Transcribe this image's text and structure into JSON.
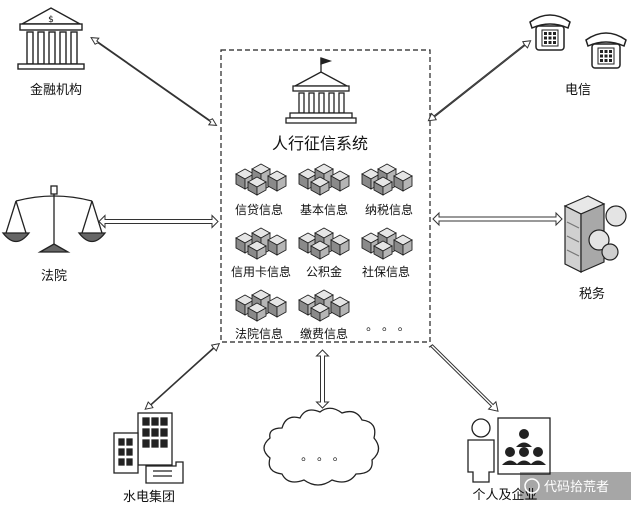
{
  "center": {
    "title": "人行征信系统",
    "categories": [
      "信贷信息",
      "基本信息",
      "纳税信息",
      "信用卡信息",
      "公积金",
      "社保信息",
      "法院信息",
      "缴费信息"
    ],
    "more": "。 。 。"
  },
  "nodes": {
    "finance": "金融机构",
    "telecom": "电信",
    "court": "法院",
    "tax": "税务",
    "utility": "水电集团",
    "people": "个人及企业",
    "cloud": "。 。 。"
  },
  "currency_symbol": "$",
  "watermark": "代码拾荒者"
}
